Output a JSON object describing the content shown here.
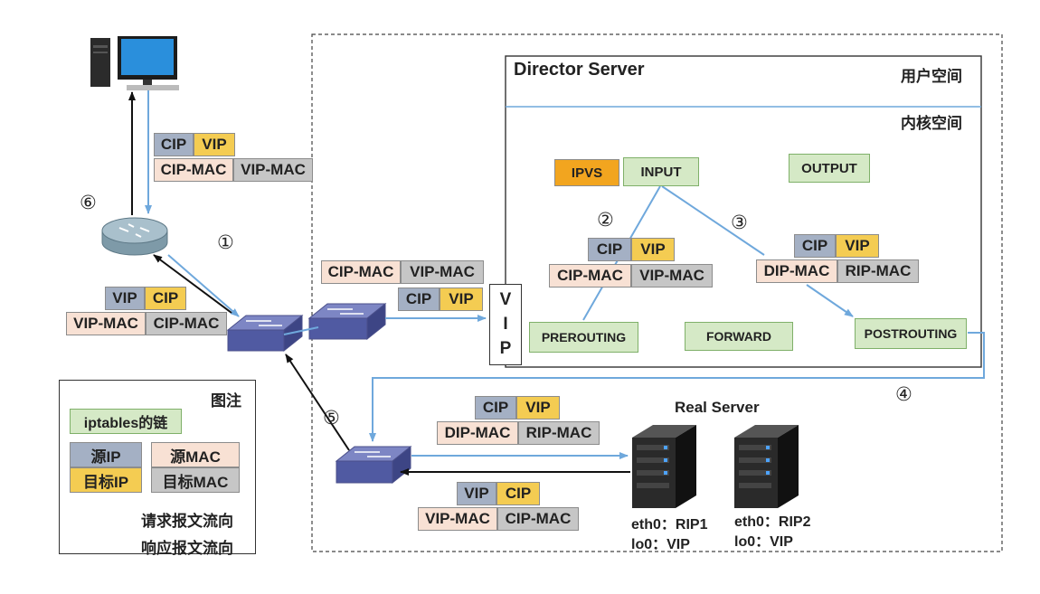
{
  "director": {
    "title": "Director Server",
    "user_space": "用户空间",
    "kernel_space": "内核空间"
  },
  "chains": {
    "ipvs": "IPVS",
    "input": "INPUT",
    "output": "OUTPUT",
    "prerouting": "PREROUTING",
    "forward": "FORWARD",
    "postrouting": "POSTROUTING"
  },
  "vip_letters": [
    "V",
    "I",
    "P"
  ],
  "steps": [
    "①",
    "②",
    "③",
    "④",
    "⑤",
    "⑥"
  ],
  "packets": {
    "router_out": {
      "src_ip": "CIP",
      "dst_ip": "VIP",
      "src_mac": "CIP-MAC",
      "dst_mac": "VIP-MAC"
    },
    "router_in": {
      "src_ip": "VIP",
      "dst_ip": "CIP",
      "src_mac": "VIP-MAC",
      "dst_mac": "CIP-MAC"
    },
    "to_vip": {
      "src_mac": "CIP-MAC",
      "dst_mac": "VIP-MAC",
      "src_ip": "CIP",
      "dst_ip": "VIP"
    },
    "at_prerouting": {
      "src_ip": "CIP",
      "dst_ip": "VIP",
      "src_mac": "CIP-MAC",
      "dst_mac": "VIP-MAC"
    },
    "at_postrouting": {
      "src_ip": "CIP",
      "dst_ip": "VIP",
      "src_mac": "DIP-MAC",
      "dst_mac": "RIP-MAC"
    },
    "to_real": {
      "src_ip": "CIP",
      "dst_ip": "VIP",
      "src_mac": "DIP-MAC",
      "dst_mac": "RIP-MAC"
    },
    "from_real": {
      "src_ip": "VIP",
      "dst_ip": "CIP",
      "src_mac": "VIP-MAC",
      "dst_mac": "CIP-MAC"
    }
  },
  "real_server": {
    "title": "Real Server",
    "server1": {
      "eth0": "eth0：RIP1",
      "lo0": "lo0：VIP"
    },
    "server2": {
      "eth0": "eth0：RIP2",
      "lo0": "lo0：VIP"
    }
  },
  "legend": {
    "title": "图注",
    "chain": "iptables的链",
    "src_ip": "源IP",
    "src_mac": "源MAC",
    "dst_ip": "目标IP",
    "dst_mac": "目标MAC",
    "request_flow": "请求报文流向",
    "response_flow": "响应报文流向"
  },
  "colors": {
    "request": "#6fa8dc",
    "response": "#111111",
    "ip_src": "#a4b0c4",
    "ip_dst": "#f4cc52",
    "mac_src": "#f8e1d4",
    "mac_dst": "#c6c6c6",
    "chain": "#d5e9c6",
    "ipvs": "#f2a51f"
  }
}
